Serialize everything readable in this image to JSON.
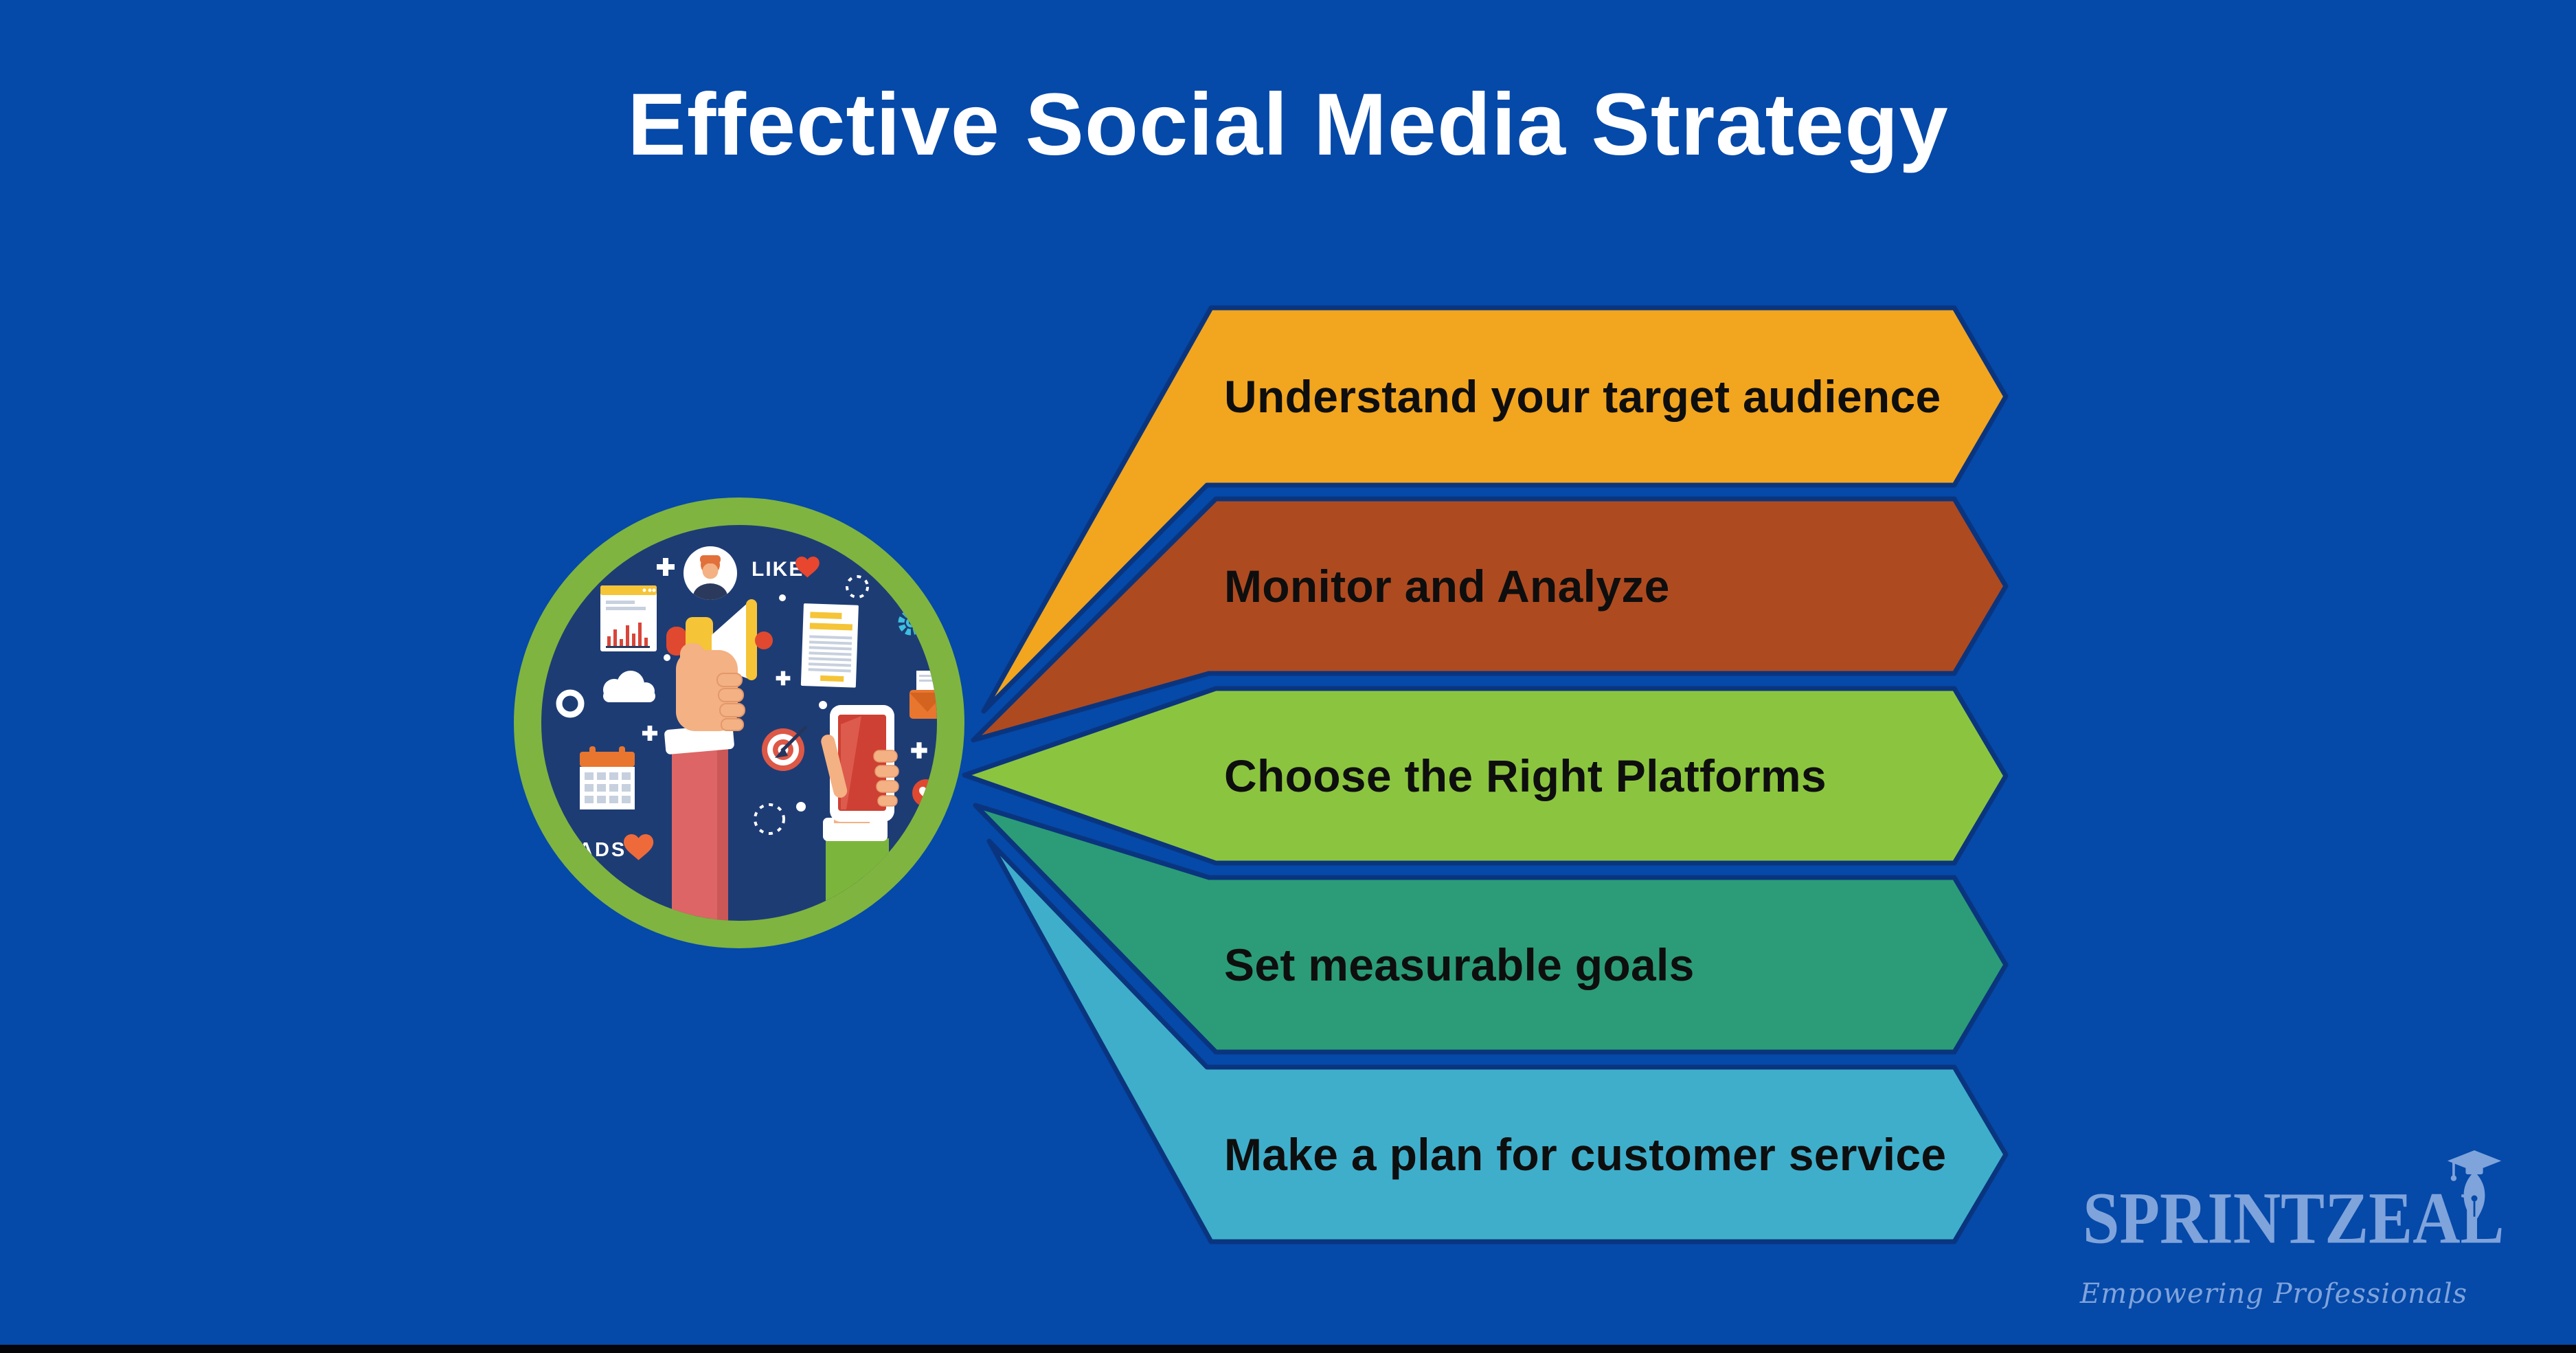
{
  "title": "Effective Social Media Strategy",
  "banners": [
    {
      "label": "Understand your target audience",
      "color": "#F2A51F"
    },
    {
      "label": "Monitor and Analyze",
      "color": "#AE4A20"
    },
    {
      "label": "Choose the Right Platforms",
      "color": "#8BC53F"
    },
    {
      "label": "Set measurable goals",
      "color": "#2B9C77"
    },
    {
      "label": "Make a plan for customer service",
      "color": "#3FAECB"
    }
  ],
  "illustration": {
    "like_label": "LIKE",
    "ads_label": "ADS"
  },
  "logo": {
    "name": "SPRINTZEAL",
    "tagline": "Empowering Professionals",
    "color": "#7FA3DB"
  },
  "colors": {
    "background": "#0549A9",
    "banner_outline": "#0A357E",
    "banner_text": "#0E0E0E",
    "title_text": "#FFFFFF",
    "ring_green": "#7FB440",
    "circle_navy": "#1E3C74",
    "accent_red": "#E0492F",
    "accent_yellow": "#F5C437",
    "accent_orange": "#E8762F",
    "skin": "#F4B183"
  }
}
